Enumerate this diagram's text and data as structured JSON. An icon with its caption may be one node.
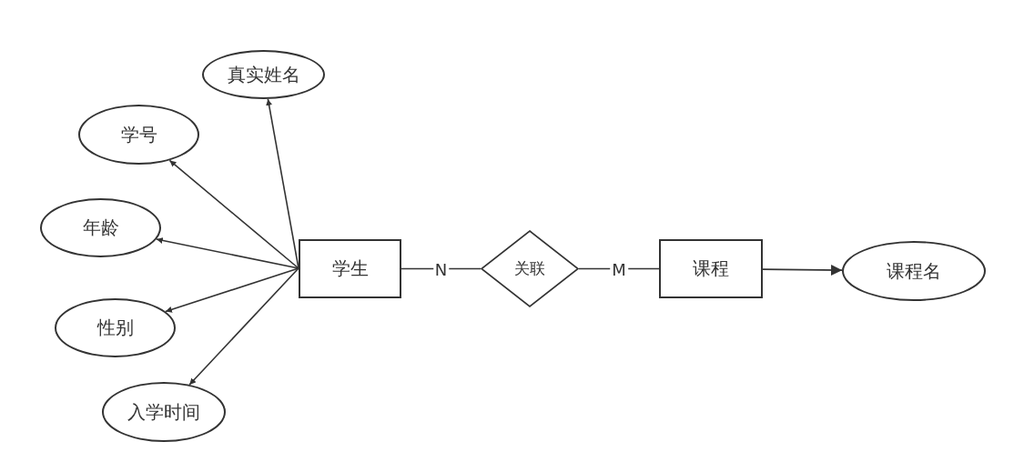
{
  "diagram": {
    "nodes": [
      {
        "text": [
          "学生"
        ]
      },
      {
        "text": [
          "关联"
        ]
      },
      {
        "text": [
          "课程"
        ]
      },
      {
        "text": [
          "课程名"
        ]
      },
      {
        "text": [
          "真实姓名"
        ]
      },
      {
        "text": [
          "学号"
        ]
      },
      {
        "text": [
          "年龄"
        ]
      },
      {
        "text": [
          "性别"
        ]
      },
      {
        "text": [
          "入学时间"
        ]
      }
    ],
    "edges": [
      {
        "from": 0,
        "to": 4,
        "arrow": "to"
      },
      {
        "from": 0,
        "to": 5,
        "arrow": "to"
      },
      {
        "from": 0,
        "to": 6,
        "arrow": "to"
      },
      {
        "from": 0,
        "to": 7,
        "arrow": "to"
      },
      {
        "from": 0,
        "to": 8,
        "arrow": "to"
      },
      {
        "from": 0,
        "to": 1,
        "arrow": "none",
        "label": "N"
      },
      {
        "from": 1,
        "to": 2,
        "arrow": "none",
        "label": "M"
      },
      {
        "from": 2,
        "to": 3,
        "arrow": "to"
      }
    ]
  }
}
